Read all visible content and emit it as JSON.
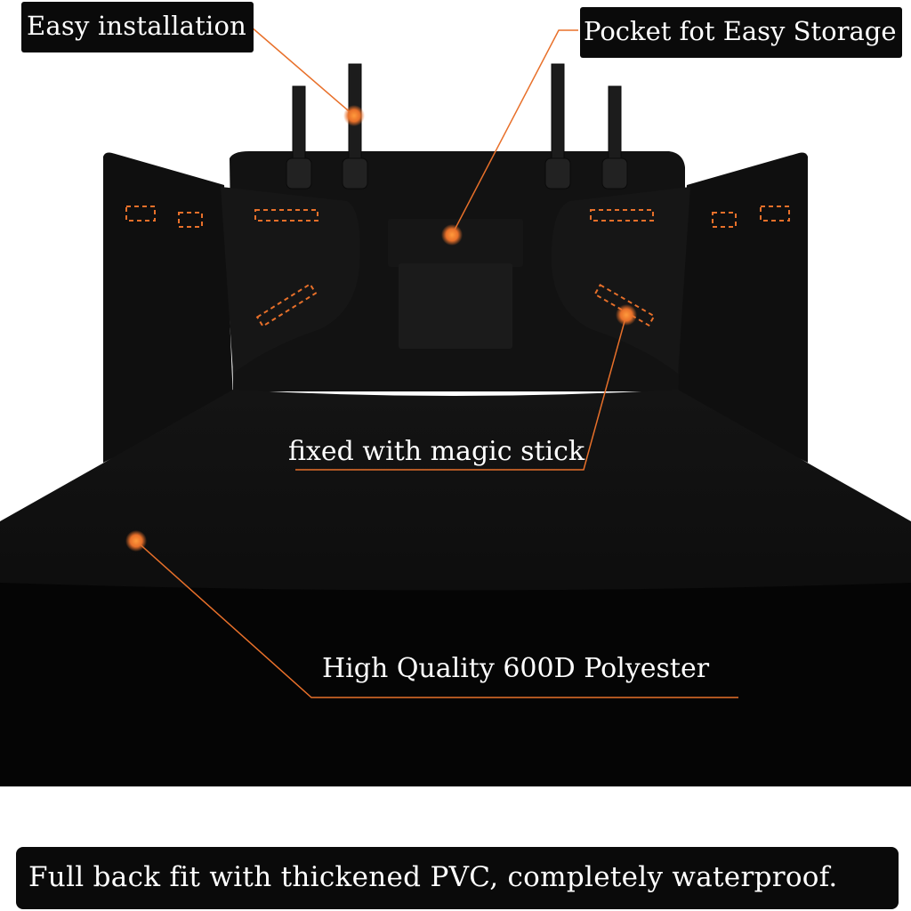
{
  "callouts": {
    "easy_installation": "Easy installation",
    "pocket_storage": "Pocket fot Easy Storage",
    "magic_stick": "fixed with magic stick",
    "polyester": "High Quality 600D Polyester"
  },
  "banner": {
    "text": "Full back fit with thickened PVC, completely waterproof."
  },
  "colors": {
    "accent": "#e8702a",
    "mat": "#0b0b0b",
    "label_background": "#0a0a0a"
  }
}
